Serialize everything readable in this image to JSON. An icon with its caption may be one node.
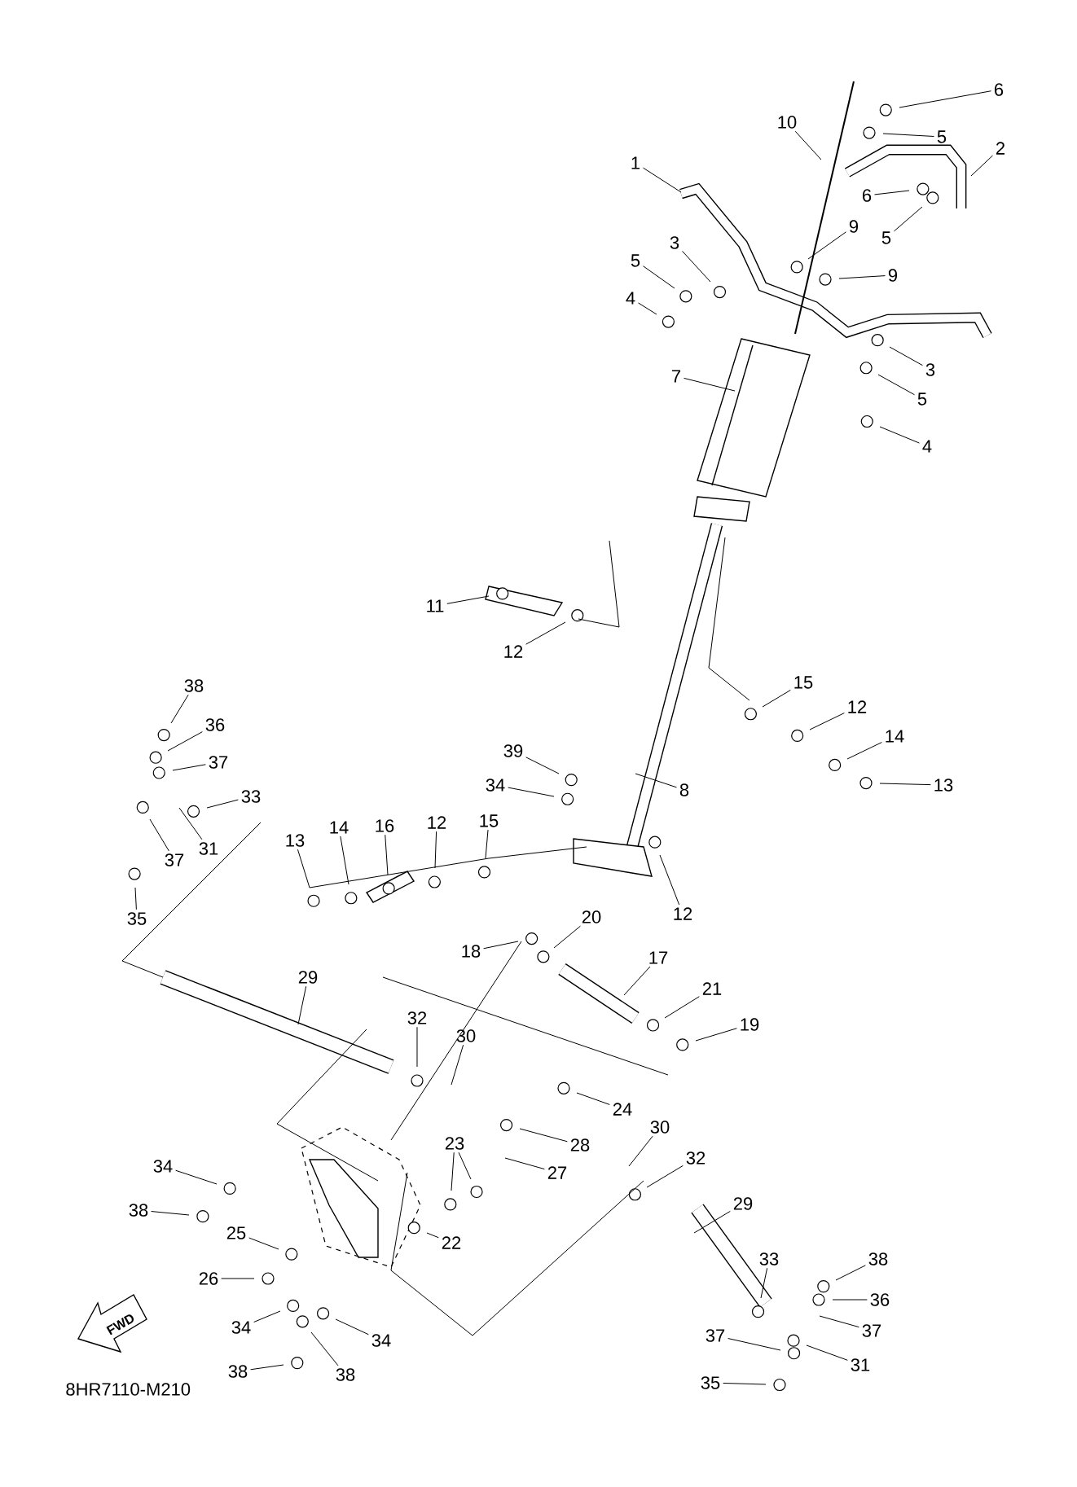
{
  "diagram": {
    "nodes": [
      {
        "text": [
          "1"
        ]
      },
      {
        "text": [
          "2"
        ]
      },
      {
        "text": [
          "3"
        ]
      },
      {
        "text": [
          "4"
        ]
      },
      {
        "text": [
          "5"
        ]
      },
      {
        "text": [
          "5"
        ]
      },
      {
        "text": [
          "6"
        ]
      },
      {
        "text": [
          "6"
        ]
      },
      {
        "text": [
          "5"
        ]
      },
      {
        "text": [
          "9"
        ]
      },
      {
        "text": [
          "9"
        ]
      },
      {
        "text": [
          "10"
        ]
      },
      {
        "text": [
          "3"
        ]
      },
      {
        "text": [
          "5"
        ]
      },
      {
        "text": [
          "4"
        ]
      },
      {
        "text": [
          "7"
        ]
      },
      {
        "text": [
          "11"
        ]
      },
      {
        "text": [
          "12"
        ]
      },
      {
        "text": [
          "15"
        ]
      },
      {
        "text": [
          "12"
        ]
      },
      {
        "text": [
          "14"
        ]
      },
      {
        "text": [
          "13"
        ]
      },
      {
        "text": [
          "8"
        ]
      },
      {
        "text": [
          "39"
        ]
      },
      {
        "text": [
          "34"
        ]
      },
      {
        "text": [
          "38"
        ]
      },
      {
        "text": [
          "36"
        ]
      },
      {
        "text": [
          "37"
        ]
      },
      {
        "text": [
          "33"
        ]
      },
      {
        "text": [
          "31"
        ]
      },
      {
        "text": [
          "37"
        ]
      },
      {
        "text": [
          "35"
        ]
      },
      {
        "text": [
          "13"
        ]
      },
      {
        "text": [
          "14"
        ]
      },
      {
        "text": [
          "16"
        ]
      },
      {
        "text": [
          "12"
        ]
      },
      {
        "text": [
          "15"
        ]
      },
      {
        "text": [
          "12"
        ]
      },
      {
        "text": [
          "18"
        ]
      },
      {
        "text": [
          "20"
        ]
      },
      {
        "text": [
          "17"
        ]
      },
      {
        "text": [
          "21"
        ]
      },
      {
        "text": [
          "19"
        ]
      },
      {
        "text": [
          "29"
        ]
      },
      {
        "text": [
          "32"
        ]
      },
      {
        "text": [
          "30"
        ]
      },
      {
        "text": [
          "24"
        ]
      },
      {
        "text": [
          "28"
        ]
      },
      {
        "text": [
          "30"
        ]
      },
      {
        "text": [
          "32"
        ]
      },
      {
        "text": [
          "23"
        ]
      },
      {
        "text": [
          "27"
        ]
      },
      {
        "text": [
          "22"
        ]
      },
      {
        "text": [
          "34"
        ]
      },
      {
        "text": [
          "38"
        ]
      },
      {
        "text": [
          "25"
        ]
      },
      {
        "text": [
          "26"
        ]
      },
      {
        "text": [
          "34"
        ]
      },
      {
        "text": [
          "38"
        ]
      },
      {
        "text": [
          "34"
        ]
      },
      {
        "text": [
          "38"
        ]
      },
      {
        "text": [
          "29"
        ]
      },
      {
        "text": [
          "33"
        ]
      },
      {
        "text": [
          "38"
        ]
      },
      {
        "text": [
          "36"
        ]
      },
      {
        "text": [
          "37"
        ]
      },
      {
        "text": [
          "31"
        ]
      },
      {
        "text": [
          "37"
        ]
      },
      {
        "text": [
          "35"
        ]
      }
    ],
    "edges": [
      {
        "from": 0,
        "to": null,
        "arrow": "none"
      },
      {
        "from": 1,
        "to": null,
        "arrow": "none"
      },
      {
        "from": 2,
        "to": null,
        "arrow": "none"
      },
      {
        "from": 3,
        "to": null,
        "arrow": "none"
      },
      {
        "from": 4,
        "to": null,
        "arrow": "none"
      },
      {
        "from": 5,
        "to": null,
        "arrow": "none"
      },
      {
        "from": 6,
        "to": null,
        "arrow": "none"
      },
      {
        "from": 7,
        "to": null,
        "arrow": "none"
      },
      {
        "from": 8,
        "to": null,
        "arrow": "none"
      },
      {
        "from": 9,
        "to": null,
        "arrow": "none"
      },
      {
        "from": 10,
        "to": null,
        "arrow": "none"
      },
      {
        "from": 11,
        "to": null,
        "arrow": "none"
      },
      {
        "from": 12,
        "to": null,
        "arrow": "none"
      },
      {
        "from": 13,
        "to": null,
        "arrow": "none"
      },
      {
        "from": 14,
        "to": null,
        "arrow": "none"
      },
      {
        "from": 15,
        "to": null,
        "arrow": "none"
      },
      {
        "from": 16,
        "to": null,
        "arrow": "none"
      },
      {
        "from": 17,
        "to": null,
        "arrow": "none"
      },
      {
        "from": 18,
        "to": null,
        "arrow": "none"
      },
      {
        "from": 19,
        "to": null,
        "arrow": "none"
      },
      {
        "from": 20,
        "to": null,
        "arrow": "none"
      },
      {
        "from": 21,
        "to": null,
        "arrow": "none"
      },
      {
        "from": 22,
        "to": null,
        "arrow": "none"
      },
      {
        "from": 23,
        "to": null,
        "arrow": "none"
      },
      {
        "from": 24,
        "to": null,
        "arrow": "none"
      },
      {
        "from": 25,
        "to": null,
        "arrow": "none"
      },
      {
        "from": 26,
        "to": null,
        "arrow": "none"
      },
      {
        "from": 27,
        "to": null,
        "arrow": "none"
      },
      {
        "from": 28,
        "to": null,
        "arrow": "none"
      },
      {
        "from": 29,
        "to": null,
        "arrow": "none"
      },
      {
        "from": 30,
        "to": null,
        "arrow": "none"
      },
      {
        "from": 31,
        "to": null,
        "arrow": "none"
      },
      {
        "from": 32,
        "to": null,
        "arrow": "none"
      },
      {
        "from": 33,
        "to": null,
        "arrow": "none"
      },
      {
        "from": 34,
        "to": null,
        "arrow": "none"
      },
      {
        "from": 35,
        "to": null,
        "arrow": "none"
      },
      {
        "from": 36,
        "to": null,
        "arrow": "none"
      },
      {
        "from": 37,
        "to": null,
        "arrow": "none"
      },
      {
        "from": 38,
        "to": null,
        "arrow": "none"
      },
      {
        "from": 39,
        "to": null,
        "arrow": "none"
      },
      {
        "from": 40,
        "to": null,
        "arrow": "none"
      },
      {
        "from": 41,
        "to": null,
        "arrow": "none"
      },
      {
        "from": 42,
        "to": null,
        "arrow": "none"
      },
      {
        "from": 43,
        "to": null,
        "arrow": "none"
      },
      {
        "from": 44,
        "to": null,
        "arrow": "none"
      },
      {
        "from": 45,
        "to": null,
        "arrow": "none"
      },
      {
        "from": 46,
        "to": null,
        "arrow": "none"
      },
      {
        "from": 47,
        "to": null,
        "arrow": "none"
      },
      {
        "from": 48,
        "to": null,
        "arrow": "none"
      },
      {
        "from": 49,
        "to": null,
        "arrow": "none"
      },
      {
        "from": 50,
        "to": null,
        "arrow": "none"
      },
      {
        "from": 50,
        "to": null,
        "arrow": "none"
      },
      {
        "from": 51,
        "to": null,
        "arrow": "none"
      },
      {
        "from": 52,
        "to": null,
        "arrow": "none"
      },
      {
        "from": 53,
        "to": null,
        "arrow": "none"
      },
      {
        "from": 54,
        "to": null,
        "arrow": "none"
      },
      {
        "from": 55,
        "to": null,
        "arrow": "none"
      },
      {
        "from": 56,
        "to": null,
        "arrow": "none"
      },
      {
        "from": 57,
        "to": null,
        "arrow": "none"
      },
      {
        "from": 58,
        "to": null,
        "arrow": "none"
      },
      {
        "from": 59,
        "to": null,
        "arrow": "none"
      },
      {
        "from": 60,
        "to": null,
        "arrow": "none"
      },
      {
        "from": 61,
        "to": null,
        "arrow": "none"
      },
      {
        "from": 62,
        "to": null,
        "arrow": "none"
      },
      {
        "from": 63,
        "to": null,
        "arrow": "none"
      },
      {
        "from": 64,
        "to": null,
        "arrow": "none"
      },
      {
        "from": 65,
        "to": null,
        "arrow": "none"
      },
      {
        "from": 66,
        "to": null,
        "arrow": "none"
      },
      {
        "from": 67,
        "to": null,
        "arrow": "none"
      },
      {
        "from": 68,
        "to": null,
        "arrow": "none"
      }
    ],
    "labels": [
      "FWD",
      "8HR7110-M210"
    ]
  }
}
